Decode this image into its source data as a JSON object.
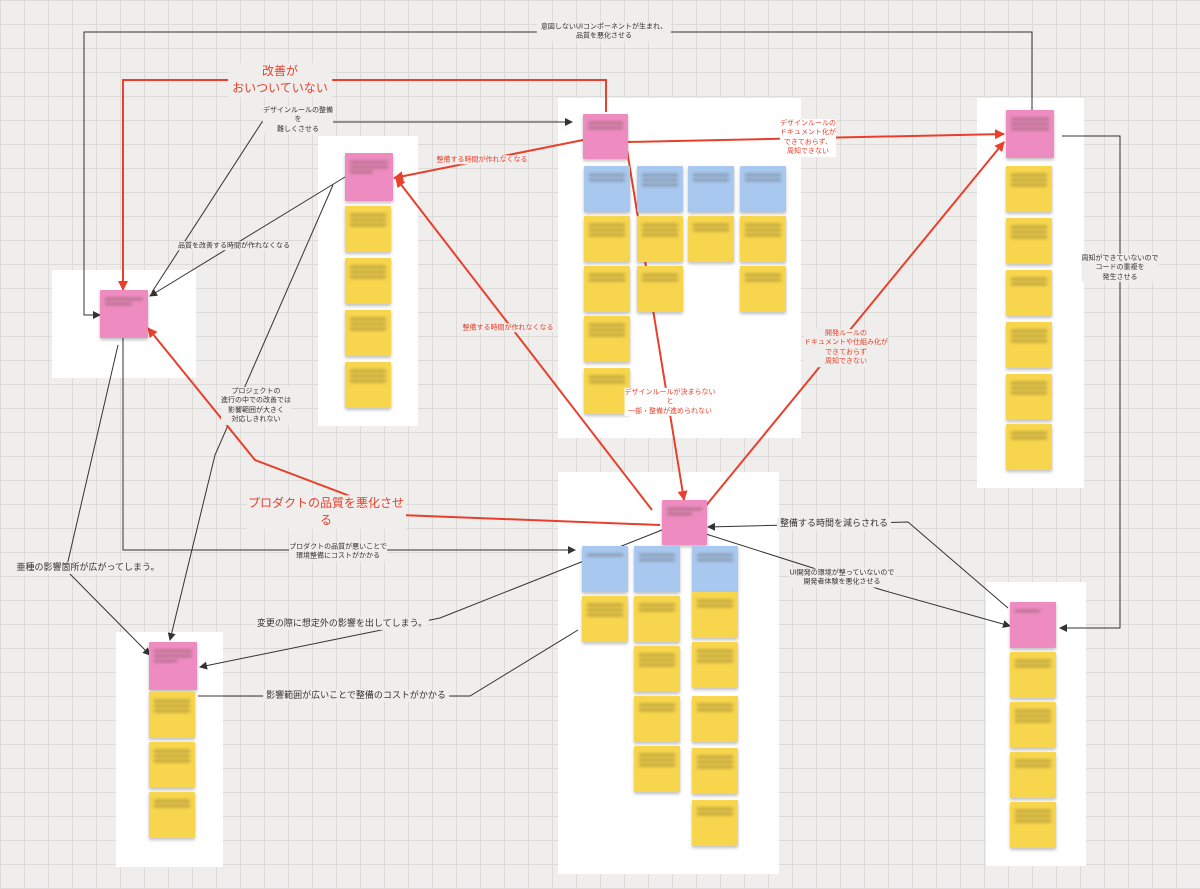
{
  "colors": {
    "canvas": "#efeeec",
    "frame": "#ffffff",
    "pink_sticky": "#ee8cc1",
    "yellow_sticky": "#f7d54c",
    "blue_sticky": "#a9c8f0",
    "black_connector": "#333333",
    "red_connector": "#e8402c"
  },
  "labels": {
    "top_feedback": "意図しないUIコンポーネントが生まれ、\n品質を悪化させる",
    "not_keeping_up": "改善が\nおいついていない",
    "rules_hard": "デザインルールの整備\nを\n難しくさせる",
    "no_time_quality": "品質を改善する時間が作れなくなる",
    "no_time_maintain_1": "整備する時間が作れなくなる",
    "no_time_maintain_2": "整備する時間が作れなくなる",
    "no_docs_design": "デザインルールの\nドキュメント化が\nできておらず、\n周知できない",
    "no_docs_dev": "開発ルールの\nドキュメントや仕組み化が\nできておらず\n周知できない",
    "code_messy": "周知ができていないので\nコードの重複を\n発生させる",
    "rules_undecided": "デザインルールが決まらない\nと\n一部・整備が進められない",
    "project_scope": "プロジェクトの\n進行の中での改善では\n影響範囲が大きく\n対応しきれない",
    "worsen_quality": "プロダクトの品質を悪化させ\nる",
    "env_cost": "プロダクトの品質が悪いことで\n環境整備にコストがかかる",
    "reduce_time": "整備する時間を減らされる",
    "dev_env": "UI開発の環境が整っていないので\n開発者体験を悪化させる",
    "spread": "亜種の影響箇所が広がってしまう。",
    "unexpected": "変更の際に想定外の影響を出してしまう。",
    "scope_cost": "影響範囲が広いことで整備のコストがかかる"
  }
}
